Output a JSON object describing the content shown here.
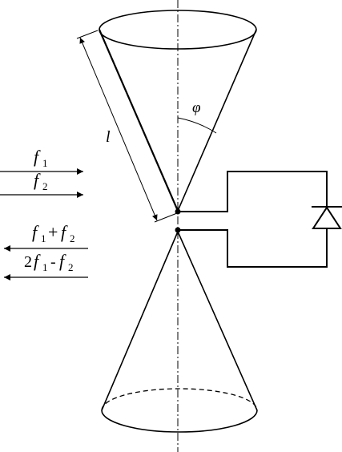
{
  "labels": {
    "length": "l",
    "angle": "φ",
    "f_symbol": "f",
    "sub_one": "1",
    "sub_two": "2",
    "plus": "+",
    "minus": "-",
    "coef_two": "2"
  },
  "colors": {
    "ink": "#000000",
    "background": "#ffffff"
  },
  "icons": [
    "diode-icon",
    "arrow-right-icon",
    "arrow-left-icon",
    "junction-dot-icon"
  ]
}
